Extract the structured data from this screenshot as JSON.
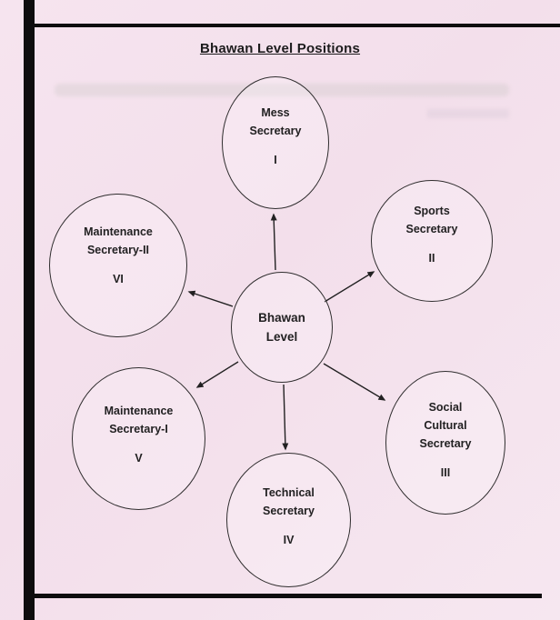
{
  "page": {
    "title": "Bhawan Level Positions"
  },
  "diagram": {
    "center": {
      "label_lines": [
        "Bhawan",
        "Level"
      ]
    },
    "nodes": [
      {
        "name": "mess-secretary",
        "lines": [
          "Mess",
          "Secretary"
        ],
        "numeral": "I"
      },
      {
        "name": "sports-secretary",
        "lines": [
          "Sports",
          "Secretary"
        ],
        "numeral": "II"
      },
      {
        "name": "social-cultural-secretary",
        "lines": [
          "Social",
          "Cultural",
          "Secretary"
        ],
        "numeral": "III"
      },
      {
        "name": "technical-secretary",
        "lines": [
          "Technical",
          "Secretary"
        ],
        "numeral": "IV"
      },
      {
        "name": "maintenance-secretary-i",
        "lines": [
          "Maintenance",
          "Secretary-I"
        ],
        "numeral": "V"
      },
      {
        "name": "maintenance-secretary-ii",
        "lines": [
          "Maintenance",
          "Secretary-II"
        ],
        "numeral": "VI"
      }
    ]
  },
  "colors": {
    "paper": "#f4e2ed",
    "ink": "#222122",
    "scan_edge": "#0e0d0e"
  }
}
